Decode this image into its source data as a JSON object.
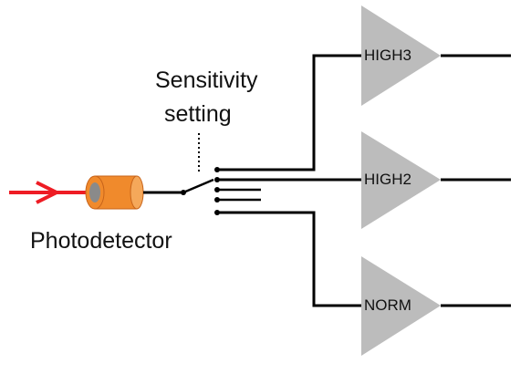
{
  "diagram": {
    "sensitivity_label_line1": "Sensitivity",
    "sensitivity_label_line2": "setting",
    "photodetector_label": "Photodetector",
    "amplifiers": [
      {
        "label": "HIGH3"
      },
      {
        "label": "HIGH2"
      },
      {
        "label": "NORM"
      }
    ],
    "colors": {
      "beam": "#ee1c24",
      "detector_body": "#f08a2c",
      "detector_lens": "#8a8a8a",
      "amplifier_fill": "#bcbcbc",
      "wire": "#000000"
    }
  }
}
